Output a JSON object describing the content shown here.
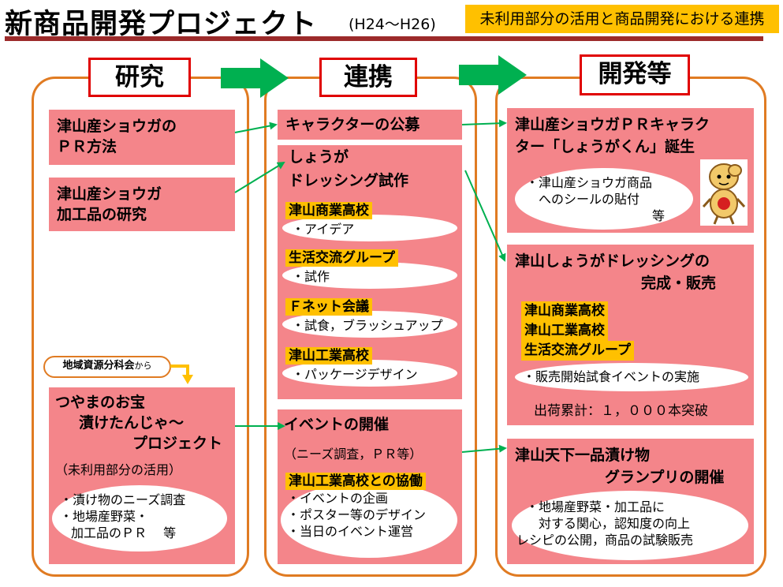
{
  "header": {
    "title": "新商品開発プロジェクト",
    "period": "(H24～H26)",
    "banner": "未利用部分の活用と商品開発における連携"
  },
  "columns": {
    "research": {
      "heading": "研究"
    },
    "collab": {
      "heading": "連携"
    },
    "develop": {
      "heading": "開発等"
    }
  },
  "research": {
    "box1": {
      "line1": "津山産ショウガの",
      "line2": "ＰＲ方法"
    },
    "box2": {
      "line1": "津山産ショウガ",
      "line2": "加工品の研究"
    },
    "source_pill": {
      "main": "地域資源分科会",
      "suffix": "から"
    },
    "box3": {
      "line1": "つやまのお宝",
      "line2": "漬けたんじゃ～",
      "line3": "プロジェクト",
      "note": "（未利用部分の活用）",
      "bullet1": "・漬け物のニーズ調査",
      "bullet2": "・地場産野菜・",
      "bullet3": "加工品のＰＲ　 等"
    }
  },
  "collab": {
    "box1": {
      "line1": "キャラクターの公募"
    },
    "box2": {
      "line1": "しょうが",
      "line2": "ドレッシング試作",
      "groups": [
        {
          "label": "津山商業高校",
          "detail": "・アイデア"
        },
        {
          "label": "生活交流グループ",
          "detail": "・試作"
        },
        {
          "label": "Ｆネット会議",
          "detail": "・試食，ブラッシュアップ"
        },
        {
          "label": "津山工業高校",
          "detail": "・パッケージデザイン"
        }
      ]
    },
    "box3": {
      "line1": "イベントの開催",
      "note": "（ニーズ調査，ＰＲ等）",
      "label": "津山工業高校との協働",
      "bullet1": "・イベントの企画",
      "bullet2": "・ポスター等のデザイン",
      "bullet3": "・当日のイベント運営"
    }
  },
  "develop": {
    "box1": {
      "line1": "津山産ショウガＰＲキャラク",
      "line2": "ター「しょうがくん」誕生",
      "bullet1": "・津山産ショウガ商品",
      "bullet2": "へのシールの貼付",
      "bullet3": "等"
    },
    "box2": {
      "line1": "津山しょうがドレッシングの",
      "line2": "完成・販売",
      "labels": [
        "津山商業高校",
        "津山工業高校",
        "生活交流グループ"
      ],
      "bullet1": "・販売開始試食イベントの実施",
      "result": "出荷累計：１，０００本突破"
    },
    "box3": {
      "line1": "津山天下一品漬け物",
      "line2": "グランプリの開催",
      "bullet1": "・地場産野菜・加工品に",
      "bullet2": "対する関心，認知度の向上",
      "bullet3": "レシピの公開，商品の試験販売"
    }
  },
  "colors": {
    "box_fill": "#f4858a",
    "label_fill": "#ffc000",
    "column_border": "#e07b22",
    "heading_border": "#e00000",
    "connector": "#00b050",
    "header_rule": "#9c2a2a"
  }
}
